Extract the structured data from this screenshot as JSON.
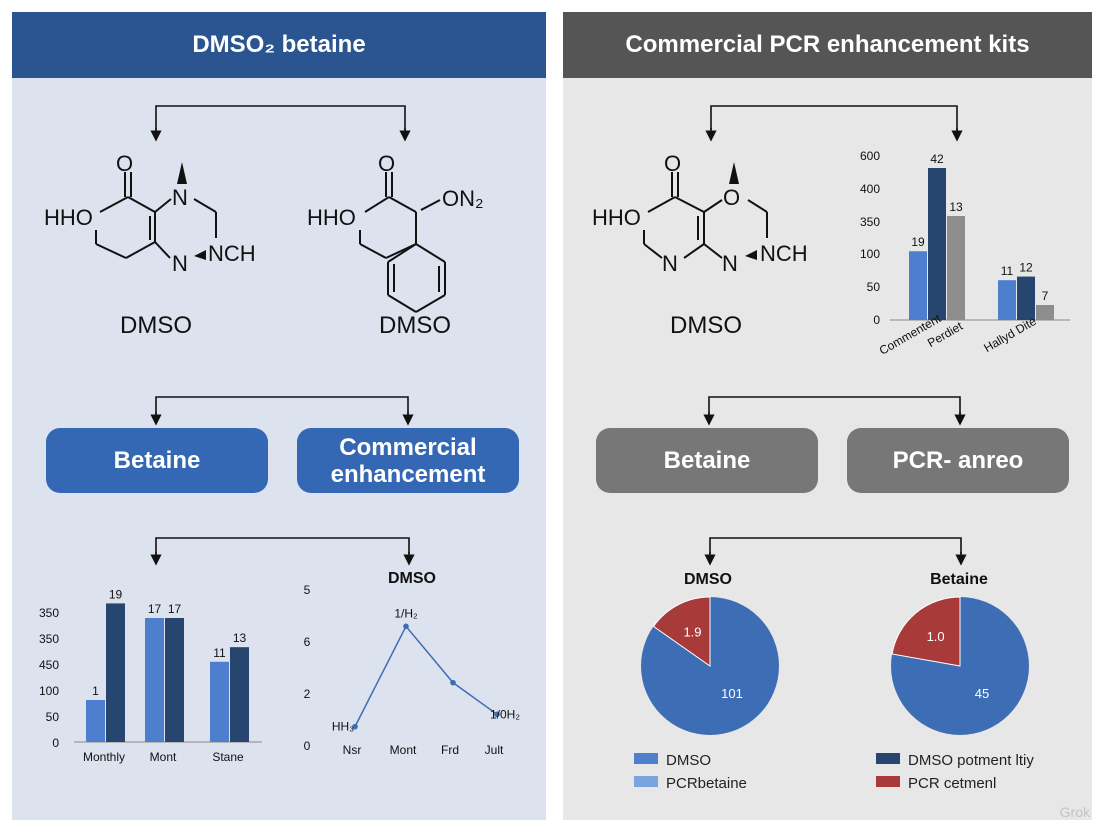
{
  "left": {
    "header": "DMSO₂ betaine",
    "mol1": {
      "o": "O",
      "n_top": "N",
      "hho": "HHO",
      "n_bottom": "N",
      "nch": "NCH",
      "caption": "DMSO"
    },
    "mol2": {
      "o": "O",
      "ono2": "ON₂",
      "hho": "HHO",
      "caption": "DMSO"
    },
    "btn_betaine": "Betaine",
    "btn_commercial_1": "Commercial",
    "btn_commercial_2": "enhancement"
  },
  "right": {
    "header": "Commercial PCR enhancement kits",
    "mol": {
      "o_top": "O",
      "o_ring": "O",
      "hho": "HHO",
      "n1": "N",
      "n2": "N",
      "nch": "NCH",
      "caption": "DMSO"
    },
    "btn_betaine": "Betaine",
    "btn_pcr": "PCR- anreo",
    "pie_titles": [
      "DMSO",
      "Betaine"
    ],
    "legend_left": [
      "DMSO",
      "PCRbetaine"
    ],
    "legend_right": [
      "DMSO potment ltiy",
      "PCR cetmenl"
    ],
    "watermark": "Grok"
  },
  "colors": {
    "blue_light": "#4e7fcf",
    "blue_dark": "#27466f",
    "grey": "#8d8d8d",
    "red": "#a83a3a",
    "pie_blue": "#3d6db5"
  },
  "chart_data": [
    {
      "type": "bar",
      "categories": [
        "Monthly",
        "Mont",
        "Stane"
      ],
      "yticks": [
        "350",
        "350",
        "450",
        "100",
        "50",
        "0"
      ],
      "series": [
        {
          "values": [
            1,
            17,
            11
          ],
          "labels": [
            "1",
            "17",
            "11"
          ]
        },
        {
          "values": [
            19,
            17,
            13
          ],
          "labels": [
            "19",
            "17",
            "13"
          ]
        }
      ]
    },
    {
      "type": "line",
      "title": "DMSO",
      "x": [
        "Nsr",
        "Mont",
        "Frd",
        "Jult"
      ],
      "yticks": [
        "5",
        "6",
        "2",
        "0"
      ],
      "values": [
        1.1,
        6.8,
        3.6,
        1.8
      ],
      "point_labels": [
        "HH₃",
        "1/H₂",
        "",
        "1/0H₂"
      ]
    },
    {
      "type": "bar",
      "categories": [
        "Commentent",
        "Perdiet",
        "Hallyd Dite"
      ],
      "yticks": [
        "600",
        "400",
        "350",
        "100",
        "50",
        "0"
      ],
      "series": [
        {
          "values": [
            19,
            11
          ],
          "labels": [
            "19",
            "11"
          ]
        },
        {
          "values": [
            42,
            12
          ],
          "labels": [
            "42",
            "12"
          ]
        },
        {
          "values": [
            13,
            7
          ],
          "labels": [
            "13",
            "7"
          ]
        }
      ]
    },
    {
      "type": "pie",
      "title": "DMSO",
      "slices": [
        {
          "value": 101,
          "label": "101"
        },
        {
          "value": 1.9,
          "label": "1.9"
        }
      ]
    },
    {
      "type": "pie",
      "title": "Betaine",
      "slices": [
        {
          "value": 45,
          "label": "45"
        },
        {
          "value": 1.0,
          "label": "1.0"
        }
      ]
    }
  ]
}
